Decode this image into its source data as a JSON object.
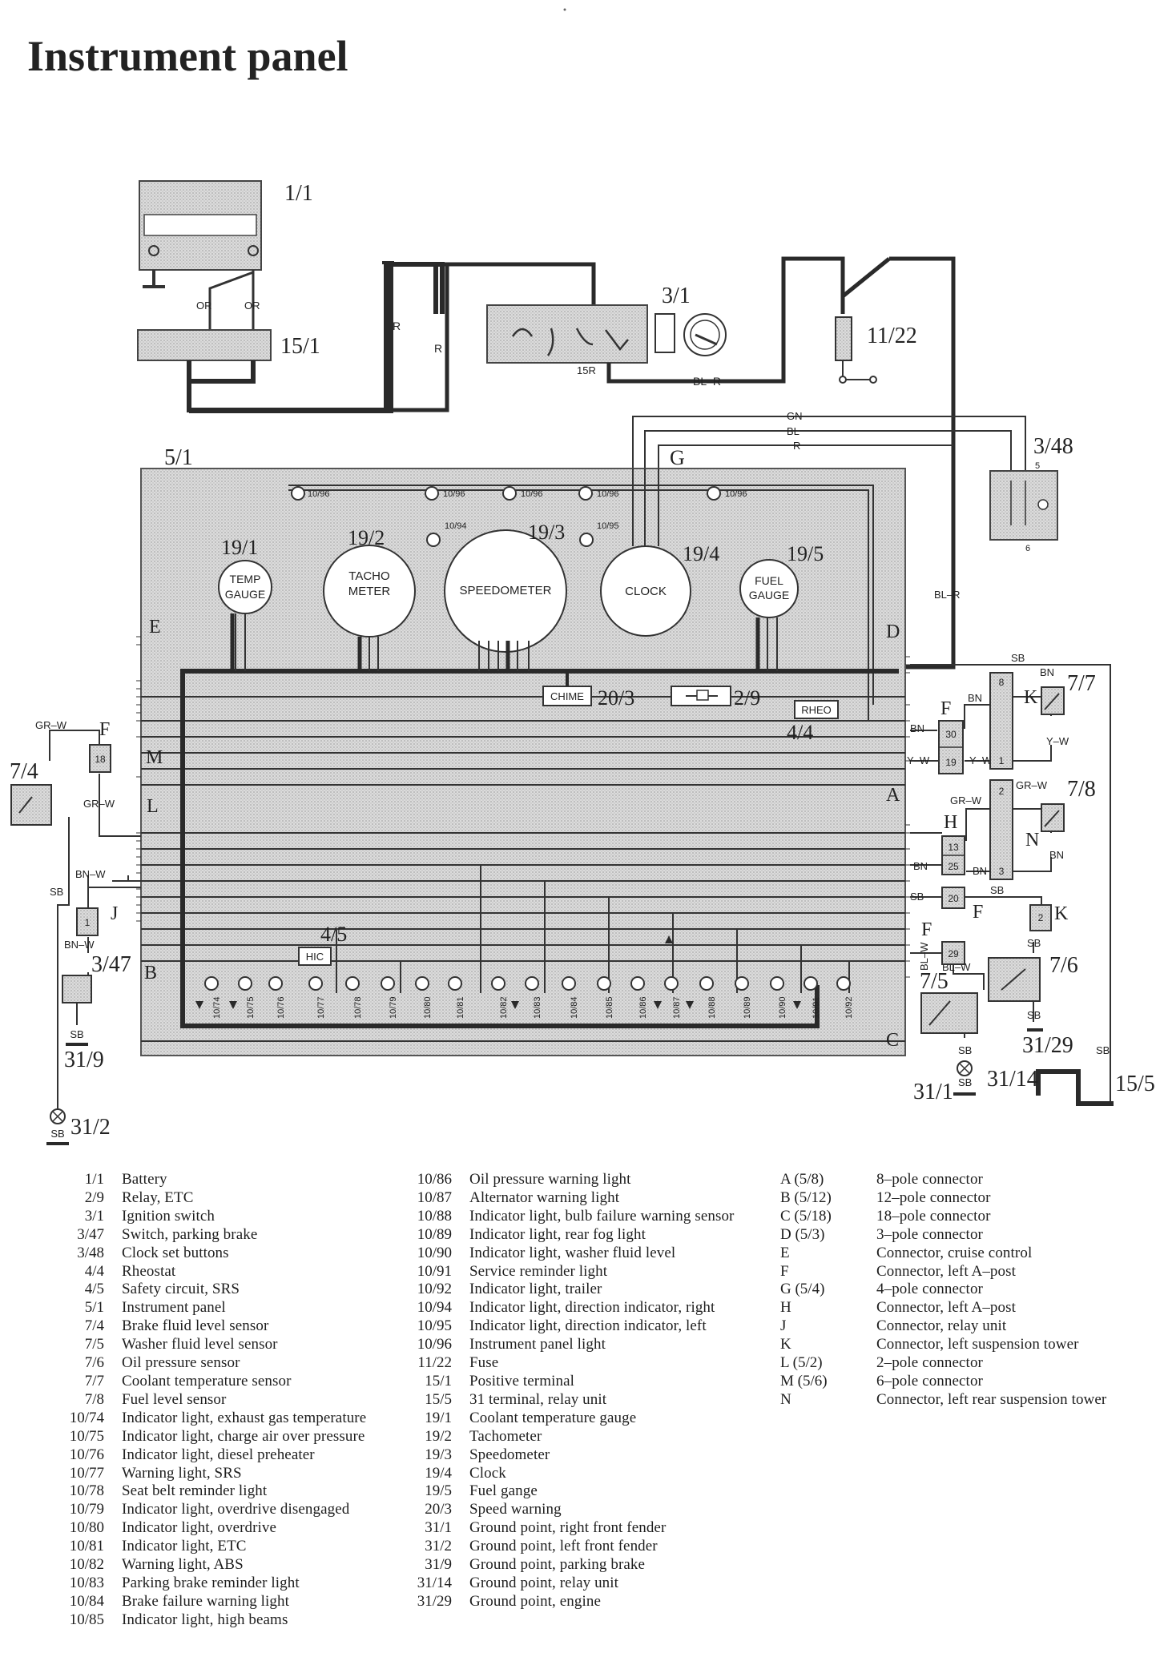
{
  "title": "Instrument panel",
  "components": {
    "battery": "1/1",
    "positive_terminal": "15/1",
    "ignition_switch": "3/1",
    "fuse": "11/22",
    "clock_buttons": "3/48",
    "instrument_panel": "5/1",
    "temp_gauge_id": "19/1",
    "tacho_id": "19/2",
    "speedo_id": "19/3",
    "clock_id": "19/4",
    "fuel_id": "19/5",
    "chime_id": "20/3",
    "relay_id": "2/9",
    "rheo_id": "4/4",
    "hic_id": "4/5",
    "brake_fluid_id": "7/4",
    "parking_switch_id": "3/47",
    "ground_pb_id": "31/9",
    "ground_lf_id": "31/2",
    "coolant_id": "7/7",
    "fuel_sensor_id": "7/8",
    "oil_id": "7/6",
    "washer_id": "7/5",
    "ground_engine_id": "31/29",
    "ground_rf_id": "31/1",
    "ground_relay_id": "31/14",
    "relay_unit_id": "15/5"
  },
  "gauges": {
    "temp": [
      "TEMP",
      "GAUGE"
    ],
    "tacho": [
      "TACHO",
      "METER"
    ],
    "speedo": "SPEEDOMETER",
    "clock": "CLOCK",
    "fuel": [
      "FUEL",
      "GAUGE"
    ],
    "chime": "CHIME",
    "rheo": "RHEO",
    "hic": "HIC"
  },
  "wire_colors": {
    "or": "OR",
    "r": "R",
    "bl_r": "BL–R",
    "gn": "GN",
    "bl": "BL",
    "r15": "15R",
    "gr_w": "GR–W",
    "bn_w": "BN–W",
    "sb": "SB",
    "bn": "BN",
    "y_w": "Y–W",
    "bl_w": "BL–W"
  },
  "connectors": {
    "A": "A",
    "B": "B",
    "C": "C",
    "D": "D",
    "E": "E",
    "F": "F",
    "G": "G",
    "H": "H",
    "J": "J",
    "K": "K",
    "L": "L",
    "M": "M",
    "N": "N",
    "pin_18": "18",
    "pin_1": "1",
    "pin_30": "30",
    "pin_19": "19",
    "pin_8": "8",
    "pin_2": "2",
    "pin_3": "3",
    "pin_13": "13",
    "pin_25": "25",
    "pin_20": "20",
    "pin_29": "29",
    "pin_6": "6",
    "pin_5": "5"
  },
  "bulbs": {
    "top": [
      "10/96",
      "10/96",
      "10/96",
      "10/96",
      "10/96"
    ],
    "dir_left": "10/94",
    "dir_right": "10/95",
    "bottom": [
      "10/74",
      "10/75",
      "10/76",
      "10/77",
      "10/78",
      "10/79",
      "10/80",
      "10/81",
      "10/82",
      "10/83",
      "10/84",
      "10/85",
      "10/86",
      "10/87",
      "10/88",
      "10/89",
      "10/90",
      "10/91",
      "10/92"
    ]
  },
  "legend": {
    "col1": [
      {
        "code": "1/1",
        "desc": "Battery"
      },
      {
        "code": "2/9",
        "desc": "Relay, ETC"
      },
      {
        "code": "3/1",
        "desc": "Ignition switch"
      },
      {
        "code": "3/47",
        "desc": "Switch, parking brake"
      },
      {
        "code": "3/48",
        "desc": "Clock set buttons"
      },
      {
        "code": "4/4",
        "desc": "Rheostat"
      },
      {
        "code": "4/5",
        "desc": "Safety circuit, SRS"
      },
      {
        "code": "5/1",
        "desc": "Instrument panel"
      },
      {
        "code": "7/4",
        "desc": "Brake fluid level sensor"
      },
      {
        "code": "7/5",
        "desc": "Washer fluid level sensor"
      },
      {
        "code": "7/6",
        "desc": "Oil pressure sensor"
      },
      {
        "code": "7/7",
        "desc": "Coolant temperature sensor"
      },
      {
        "code": "7/8",
        "desc": "Fuel level sensor"
      },
      {
        "code": "10/74",
        "desc": "Indicator light, exhaust gas temperature"
      },
      {
        "code": "10/75",
        "desc": "Indicator light, charge air over pressure"
      },
      {
        "code": "10/76",
        "desc": "Indicator light, diesel preheater"
      },
      {
        "code": "10/77",
        "desc": "Warning light, SRS"
      },
      {
        "code": "10/78",
        "desc": "Seat belt reminder light"
      },
      {
        "code": "10/79",
        "desc": "Indicator light, overdrive disengaged"
      },
      {
        "code": "10/80",
        "desc": "Indicator light, overdrive"
      },
      {
        "code": "10/81",
        "desc": "Indicator light, ETC"
      },
      {
        "code": "10/82",
        "desc": "Warning light, ABS"
      },
      {
        "code": "10/83",
        "desc": "Parking brake reminder light"
      },
      {
        "code": "10/84",
        "desc": "Brake failure warning light"
      },
      {
        "code": "10/85",
        "desc": "Indicator light, high beams"
      }
    ],
    "col2": [
      {
        "code": "10/86",
        "desc": "Oil pressure warning light"
      },
      {
        "code": "10/87",
        "desc": "Alternator warning light"
      },
      {
        "code": "10/88",
        "desc": "Indicator light, bulb failure warning sensor"
      },
      {
        "code": "10/89",
        "desc": "Indicator light, rear fog light"
      },
      {
        "code": "10/90",
        "desc": "Indicator light, washer fluid level"
      },
      {
        "code": "10/91",
        "desc": "Service reminder light"
      },
      {
        "code": "10/92",
        "desc": "Indicator light, trailer"
      },
      {
        "code": "10/94",
        "desc": "Indicator light, direction indicator, right"
      },
      {
        "code": "10/95",
        "desc": "Indicator light, direction indicator, left"
      },
      {
        "code": "10/96",
        "desc": "Instrument panel light"
      },
      {
        "code": "11/22",
        "desc": "Fuse"
      },
      {
        "code": "15/1",
        "desc": "Positive terminal"
      },
      {
        "code": "15/5",
        "desc": "31 terminal, relay unit"
      },
      {
        "code": "19/1",
        "desc": "Coolant temperature gauge"
      },
      {
        "code": "19/2",
        "desc": "Tachometer"
      },
      {
        "code": "19/3",
        "desc": "Speedometer"
      },
      {
        "code": "19/4",
        "desc": "Clock"
      },
      {
        "code": "19/5",
        "desc": "Fuel gange"
      },
      {
        "code": "20/3",
        "desc": "Speed warning"
      },
      {
        "code": "31/1",
        "desc": "Ground point, right front fender"
      },
      {
        "code": "31/2",
        "desc": "Ground point, left front fender"
      },
      {
        "code": "31/9",
        "desc": "Ground point, parking brake"
      },
      {
        "code": "31/14",
        "desc": "Ground point, relay unit"
      },
      {
        "code": "31/29",
        "desc": "Ground point, engine"
      }
    ],
    "col3": [
      {
        "code": "A (5/8)",
        "desc": "8–pole connector"
      },
      {
        "code": "B (5/12)",
        "desc": "12–pole connector"
      },
      {
        "code": "C (5/18)",
        "desc": "18–pole connector"
      },
      {
        "code": "D (5/3)",
        "desc": "3–pole connector"
      },
      {
        "code": "E",
        "desc": "Connector, cruise control"
      },
      {
        "code": "F",
        "desc": "Connector, left A–post"
      },
      {
        "code": "G (5/4)",
        "desc": "4–pole connector"
      },
      {
        "code": "H",
        "desc": "Connector, left A–post"
      },
      {
        "code": "J",
        "desc": "Connector, relay unit"
      },
      {
        "code": "K",
        "desc": "Connector, left suspension tower"
      },
      {
        "code": "L (5/2)",
        "desc": "2–pole connector"
      },
      {
        "code": "M (5/6)",
        "desc": "6–pole connector"
      },
      {
        "code": "N",
        "desc": "Connector, left rear suspension tower"
      }
    ]
  }
}
